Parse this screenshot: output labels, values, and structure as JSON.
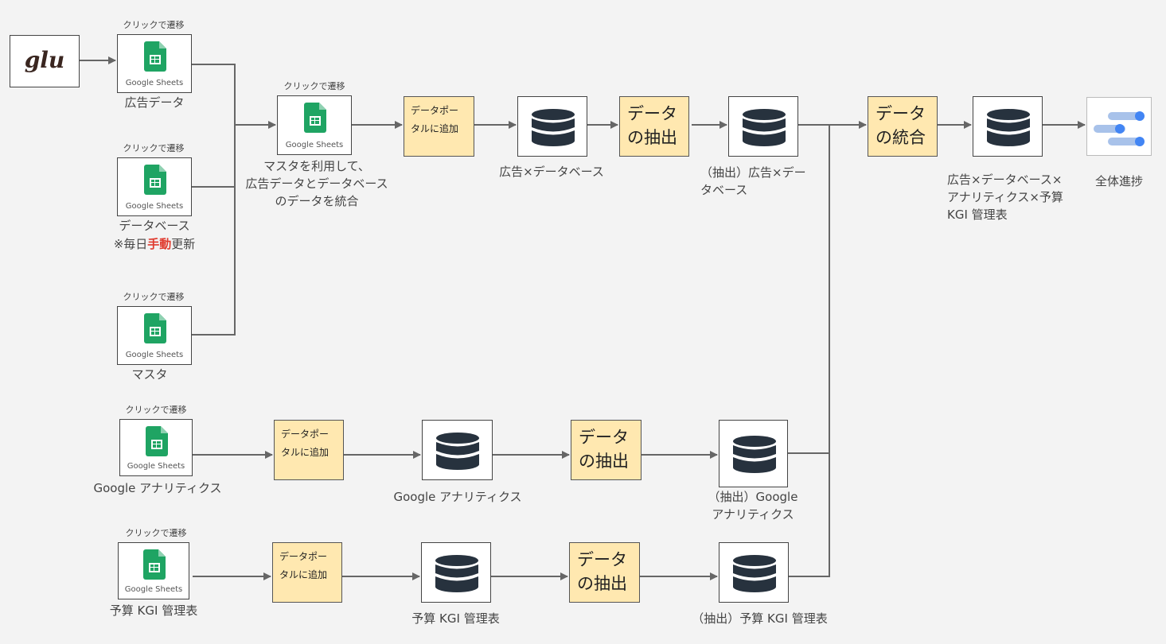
{
  "click_hint": "クリックで遷移",
  "sheets_label": "Google Sheets",
  "glu_logo": "glu",
  "sources": {
    "ad_data": "広告データ",
    "database": "データベース",
    "database_note_prefix": "※毎日",
    "database_note_emph": "手動",
    "database_note_suffix": "更新",
    "master": "マスタ",
    "analytics": "Google アナリティクス",
    "budget": "予算 KGI 管理表"
  },
  "merge": {
    "caption": "マスタを利用して、\n広告データとデータベース\nのデータを統合"
  },
  "notes": {
    "portal_add": "データポー\nタルに追加",
    "extract": "データ\nの抽出",
    "combine": "データ\nの統合"
  },
  "databases": {
    "ad_db": "広告×データベース",
    "ad_db_extract": "（抽出）広告×デー\nタベース",
    "ga_db": "Google アナリティクス",
    "ga_extract": "（抽出）Google\nアナリティクス",
    "budget_db": "予算 KGI 管理表",
    "budget_extract": "（抽出）予算 KGI 管理表",
    "combined": "広告×データベース×\nアナリティクス×予算\nKGI 管理表"
  },
  "final": {
    "label": "全体進捗"
  },
  "colors": {
    "sheets_green": "#1fa463",
    "db_dark": "#27323e",
    "note_fill": "#ffe8b0",
    "arrow": "#666666",
    "studio_blue": "#4285f4"
  }
}
